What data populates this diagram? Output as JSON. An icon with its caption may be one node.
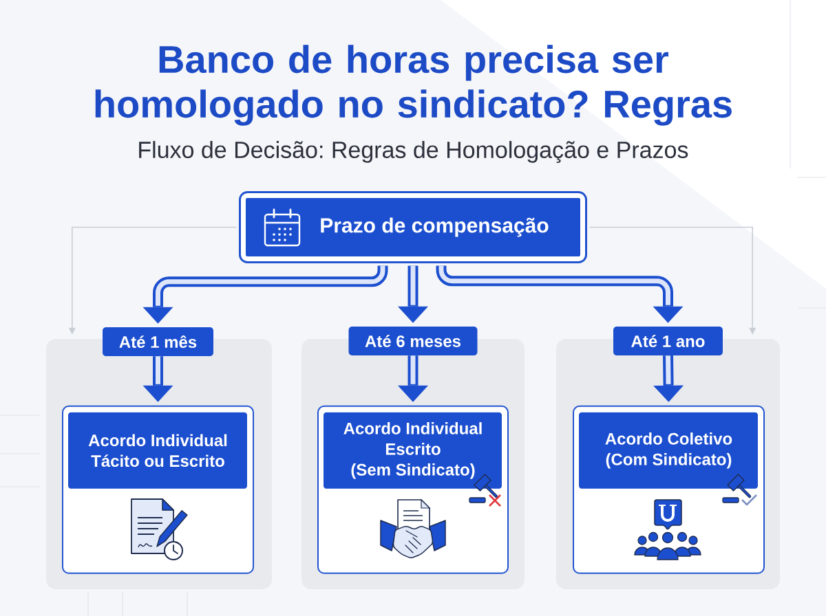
{
  "diagram": {
    "title": "Banco de horas precisa ser homologado no sindicato? Regras",
    "nodes": [
      {
        "text": [
          "Prazo de compensação"
        ]
      },
      {
        "text": [],
        "shape": "box"
      },
      {
        "text": [
          "Até 1 mês"
        ]
      },
      {
        "text": [
          "Acordo Individual Tácito ou Escrito"
        ],
        "in": 1
      },
      {
        "text": [],
        "shape": "box"
      },
      {
        "text": [
          "Até 6 meses"
        ]
      },
      {
        "text": [
          "Acordo Individual Escrito (Sem Sindicato)"
        ],
        "in": 4
      },
      {
        "text": [],
        "shape": "box"
      },
      {
        "text": [
          "Até 1 ano"
        ]
      },
      {
        "text": [
          "Acordo Coletivo (Com Sindicato)"
        ],
        "in": 7
      }
    ],
    "edges": [
      {
        "from": 0,
        "to": 2,
        "arrow": "to"
      },
      {
        "from": 0,
        "to": 5,
        "arrow": "to"
      },
      {
        "from": 0,
        "to": 8,
        "arrow": "to"
      },
      {
        "from": 2,
        "to": 3,
        "arrow": "to"
      },
      {
        "from": 5,
        "to": 6,
        "arrow": "to"
      },
      {
        "from": 8,
        "to": 9,
        "arrow": "to"
      },
      {
        "from": 0,
        "to": 1,
        "arrow": "to",
        "color": "#c8cdd5"
      },
      {
        "from": 0,
        "to": 7,
        "arrow": "to",
        "color": "#c8cdd5"
      }
    ],
    "labels": [
      "Fluxo de Decisão: Regras de Homologação e Prazos"
    ]
  }
}
